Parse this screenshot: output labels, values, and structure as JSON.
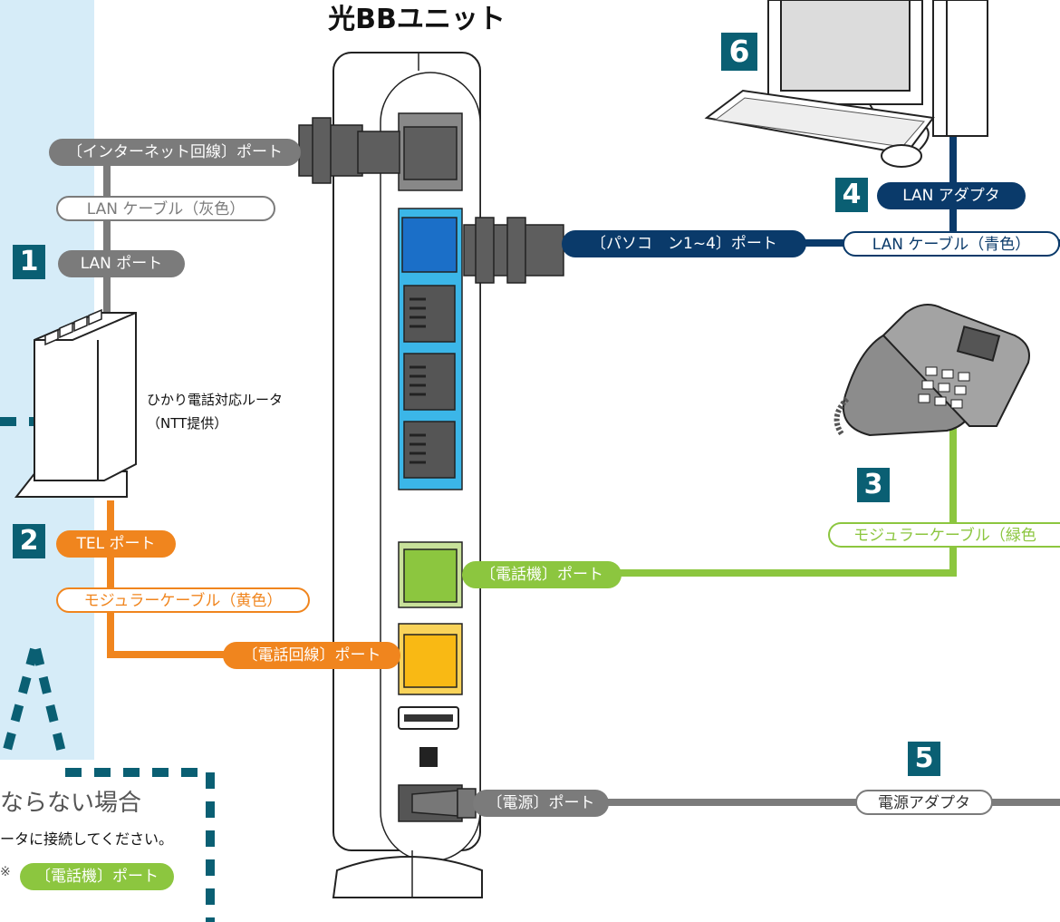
{
  "title": "光BBユニット",
  "numbers": {
    "n1": "1",
    "n2": "2",
    "n3": "3",
    "n4": "4",
    "n5": "5",
    "n6": "6"
  },
  "labels": {
    "internet_port": "〔インターネット回線〕ポート",
    "lan_cable_gray": "LAN ケーブル（灰色）",
    "lan_port": "LAN ポート",
    "router_name": "ひかり電話対応ルータ",
    "router_provider": "（NTT提供）",
    "tel_port": "TEL ポート",
    "modular_cable_yellow": "モジュラーケーブル（黄色）",
    "phone_line_port": "〔電話回線〕ポート",
    "pc_port": "〔パソコ　ン1~4〕ポート",
    "lan_adapter": "LAN アダプタ",
    "lan_cable_blue": "LAN ケーブル（青色）",
    "modular_cable_green": "モジュラーケーブル（緑色",
    "phone_port": "〔電話機〕ポート",
    "power_port": "〔電源〕ポート",
    "power_adapter": "電源アダプタ"
  },
  "note": {
    "heading": "ならない場合",
    "text": "ータに接続してください。",
    "port_label": "〔電話機〕ポート"
  },
  "colors": {
    "gray": "#7b7b7b",
    "navy": "#0a3a6a",
    "orange": "#f0851e",
    "green": "#8cc63f",
    "teal": "#0a5f73",
    "lightblue": "#d6ecf8",
    "blueport": "#3bb6e8",
    "yellow": "#f9b914"
  }
}
